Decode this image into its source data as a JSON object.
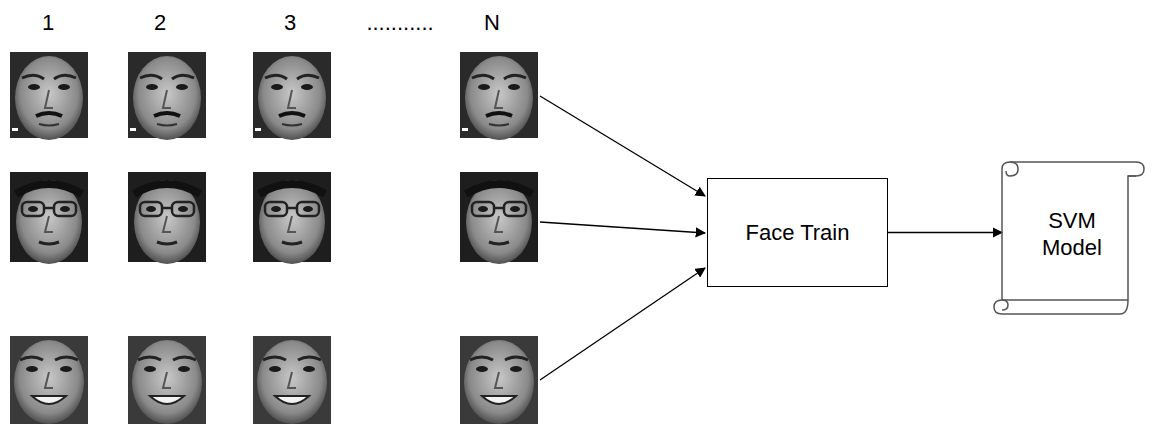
{
  "diagram": {
    "nodes": [
      {
        "text": [
          "Face Train"
        ]
      },
      {
        "text": [
          "SVM Model"
        ]
      }
    ],
    "edges": [
      {
        "from": 0,
        "to": 1,
        "arrow": "to"
      }
    ],
    "labels": [
      "1",
      "2",
      "3",
      "...........",
      "N"
    ]
  }
}
